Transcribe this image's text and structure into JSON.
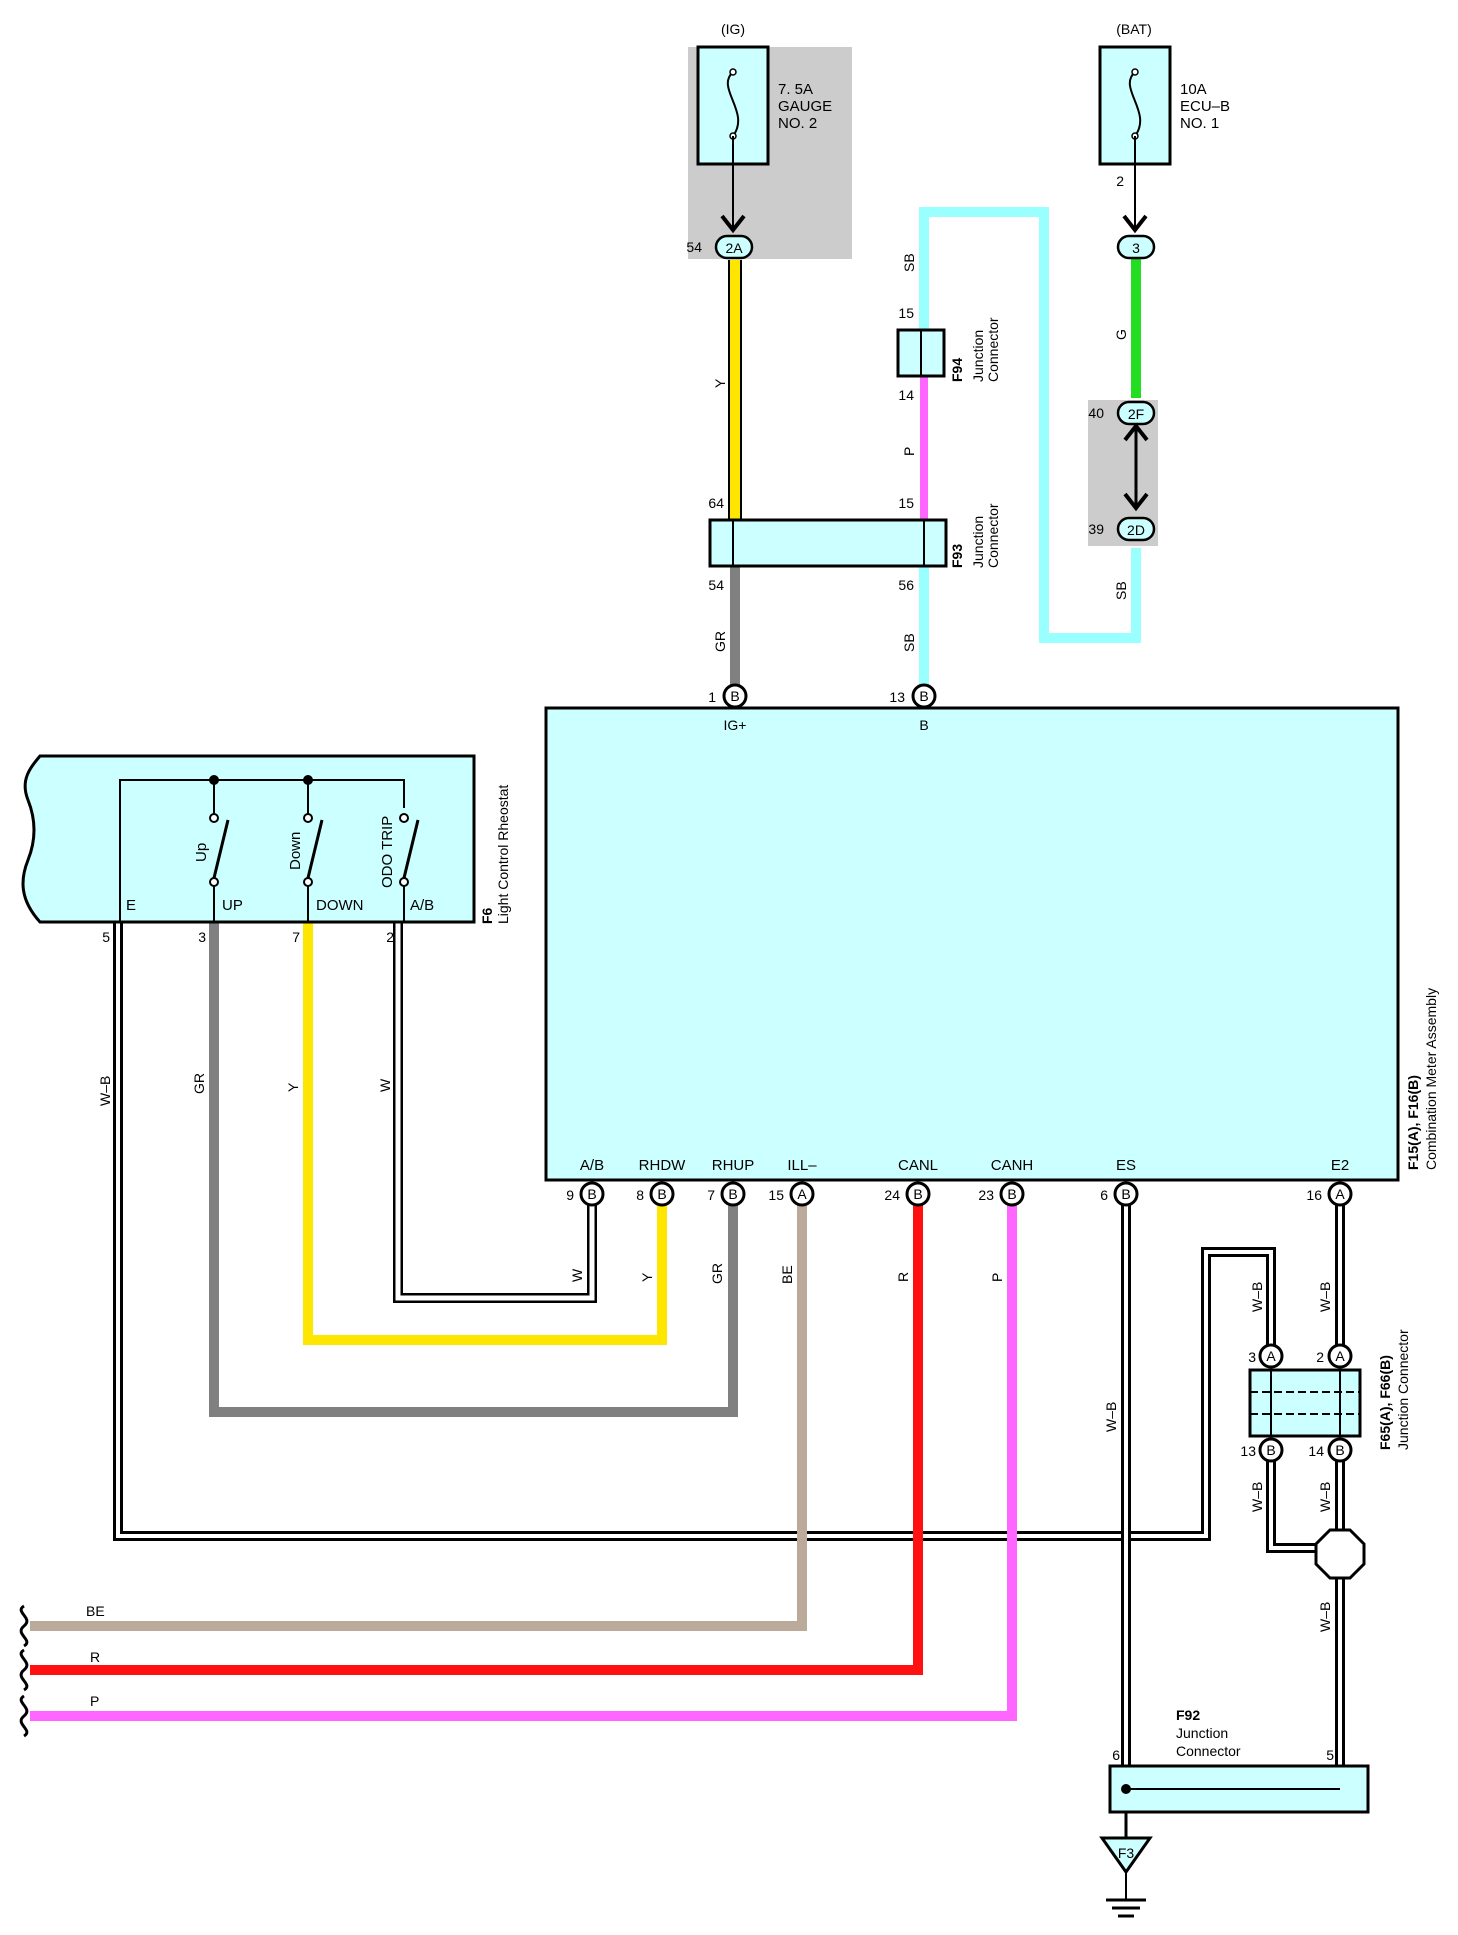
{
  "colors": {
    "box_fill": "#ccffff",
    "gray_bg": "#cccccc",
    "Y": "#ffe600",
    "SB": "#99ffff",
    "P": "#ff66ff",
    "G": "#22dd22",
    "GR": "#808080",
    "R": "#ff1111",
    "BE": "#bba999",
    "W": "#ffffff",
    "W_B": "#000000"
  },
  "fuses": {
    "ig": {
      "source": "(IG)",
      "line1": "7. 5A",
      "line2": "GAUGE",
      "line3": "NO. 2",
      "pin_num": "54",
      "pin_code": "2A"
    },
    "bat": {
      "source": "(BAT)",
      "line1": "10A",
      "line2": "ECU–B",
      "line3": "NO. 1",
      "pin_num": "2",
      "conn_code": "3"
    }
  },
  "gray_block": {
    "top_num": "40",
    "top_code": "2F",
    "bot_num": "39",
    "bot_code": "2D"
  },
  "f94": {
    "id": "F94",
    "line1": "Junction",
    "line2": "Connector",
    "pin_top": "15",
    "pin_bot": "14"
  },
  "f93": {
    "id": "F93",
    "line1": "Junction",
    "line2": "Connector",
    "pin_tl": "64",
    "pin_tr": "15",
    "pin_bl": "54",
    "pin_br": "56"
  },
  "meter": {
    "id": "F15(A), F16(B)",
    "name": "Combination Meter Assembly",
    "top_pins": [
      {
        "num": "1",
        "code": "B",
        "name": "IG+"
      },
      {
        "num": "13",
        "code": "B",
        "name": "B"
      }
    ],
    "bottom_pins": [
      {
        "num": "9",
        "code": "B",
        "name": "A/B"
      },
      {
        "num": "8",
        "code": "B",
        "name": "RHDW"
      },
      {
        "num": "7",
        "code": "B",
        "name": "RHUP"
      },
      {
        "num": "15",
        "code": "A",
        "name": "ILL–"
      },
      {
        "num": "24",
        "code": "B",
        "name": "CANL"
      },
      {
        "num": "23",
        "code": "B",
        "name": "CANH"
      },
      {
        "num": "6",
        "code": "B",
        "name": "ES"
      },
      {
        "num": "16",
        "code": "A",
        "name": "E2"
      }
    ]
  },
  "rheostat": {
    "id": "F6",
    "name": "Light Control Rheostat",
    "switches": [
      "Up",
      "Down",
      "ODO TRIP"
    ],
    "terminals": [
      "E",
      "UP",
      "DOWN",
      "A/B"
    ],
    "pins": [
      "5",
      "3",
      "7",
      "2"
    ]
  },
  "f65": {
    "id": "F65(A), F66(B)",
    "name": "Junction Connector",
    "pin_tl": "3",
    "pin_tr": "2",
    "pin_bl": "13",
    "pin_br": "14",
    "code_top": "A",
    "code_bot": "B"
  },
  "f92": {
    "id": "F92",
    "line1": "Junction",
    "line2": "Connector",
    "pin_l": "6",
    "pin_r": "5"
  },
  "ground": {
    "label": "F3"
  },
  "wire_labels": {
    "y": "Y",
    "sb": "SB",
    "p": "P",
    "g": "G",
    "gr": "GR",
    "w_b": "W–B",
    "w": "W",
    "r": "R",
    "be": "BE"
  },
  "left_wires": [
    "BE",
    "R",
    "P"
  ]
}
